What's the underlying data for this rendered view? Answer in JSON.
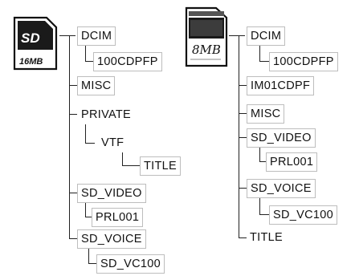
{
  "cards": {
    "left": {
      "logo": "SD",
      "capacity": "16MB"
    },
    "right": {
      "capacity": "8MB"
    }
  },
  "left_tree": {
    "dcim": "DCIM",
    "dcim_sub": "100CDPFP",
    "misc": "MISC",
    "private": "PRIVATE",
    "vtf": "VTF",
    "title": "TITLE",
    "sd_video": "SD_VIDEO",
    "prl001": "PRL001",
    "sd_voice": "SD_VOICE",
    "sd_vc100": "SD_VC100"
  },
  "right_tree": {
    "dcim": "DCIM",
    "dcim_sub": "100CDPFP",
    "im01": "IM01CDPF",
    "misc": "MISC",
    "sd_video": "SD_VIDEO",
    "prl001": "PRL001",
    "sd_voice": "SD_VOICE",
    "sd_vc100": "SD_VC100",
    "title": "TITLE"
  },
  "colors": {
    "line": "#222222",
    "box_border": "#bdbdbd",
    "card_dark": "#1a1a1a"
  }
}
